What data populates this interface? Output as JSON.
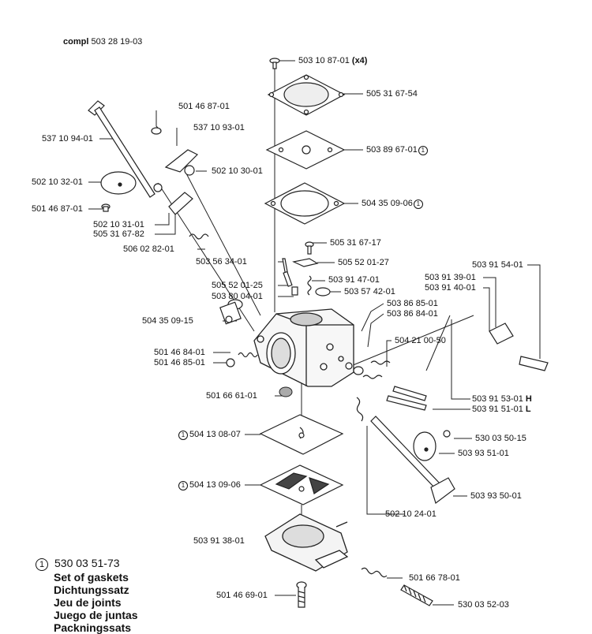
{
  "assembly": {
    "prefix": "compl",
    "number": "503 28 19-03"
  },
  "footnote_marker": "1",
  "parts": {
    "screw_x4": {
      "number": "503 10 87-01",
      "qty": "(x4)"
    },
    "cover": "505 31 67-54",
    "pump_diaphragm": "503 89 67-01",
    "gasket_top": "504 35 09-06",
    "screw_metering": "505 31 67-17",
    "lever_metering": "505 52 01-27",
    "spring_metering": "503 91 47-01",
    "plug_cap": "503 57 42-01",
    "needle": "503 56 34-01",
    "pin": "505 52 01-25",
    "body_ref": "503 80 04-01",
    "fitting_side": "504 35 09-15",
    "spring_idle": "501 46 84-01",
    "ball": "501 46 85-01",
    "filter_screen": "501 66 61-01",
    "gasket_mid": "504 13 08-07",
    "gasket_lower": "504 13 09-06",
    "pump_body": "503 91 38-01",
    "screw_bottom": "501 46 69-01",
    "choke_spring": "501 66 78-01",
    "idle_screw": "530 03 52-03",
    "throttle_shaft": "537 10 94-01",
    "throttle_plate": "502 10 32-01",
    "screw_throttle": "501 46 87-01",
    "screw_top": "501 46 87-01",
    "lever_bracket": "537 10 93-01",
    "bushing": "502 10 30-01",
    "lever_a": "502 10 31-01",
    "lever_b": "505 31 67-82",
    "spring_throttle": "506 02 82-01",
    "seal_a": "503 86 85-01",
    "seal_b": "503 86 84-01",
    "spring_pair": "504 21 00-50",
    "limiter_cap": "503 91 54-01",
    "limiter_a": "503 91 39-01",
    "limiter_b": "503 91 40-01",
    "needle_h": {
      "number": "503 91 53-01",
      "suffix": "H"
    },
    "needle_l": {
      "number": "503 91 51-01",
      "suffix": "L"
    },
    "washer": "530 03 50-15",
    "choke_plate": "503 93 51-01",
    "choke_lever": "503 93 50-01",
    "choke_shaft": "502 10 24-01"
  },
  "legend": {
    "code": "530 03 51-73",
    "translations": [
      "Set of gaskets",
      "Dichtungssatz",
      "Jeu de joints",
      "Juego de juntas",
      "Packningssats"
    ]
  }
}
